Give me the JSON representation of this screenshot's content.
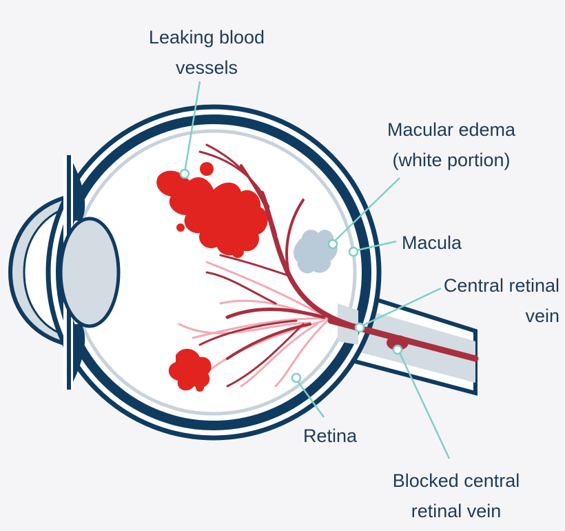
{
  "labels": {
    "leaking": {
      "line1": "Leaking blood",
      "line2": "vessels"
    },
    "edema": {
      "line1": "Macular edema",
      "line2": "(white portion)"
    },
    "macula": "Macula",
    "crv": {
      "line1": "Central retinal",
      "line2": "vein"
    },
    "retina": "Retina",
    "blocked": {
      "line1": "Blocked central",
      "line2": "retinal vein"
    }
  },
  "colors": {
    "outline": "#103b60",
    "sclera": "#ffffff",
    "lens": "#d3dbe3",
    "blood": "#e1241f",
    "vein": "#a82f3e",
    "vessel_light": "#f4a9b6",
    "edema": "#b9cad9",
    "leader": "#7fcfc8"
  }
}
